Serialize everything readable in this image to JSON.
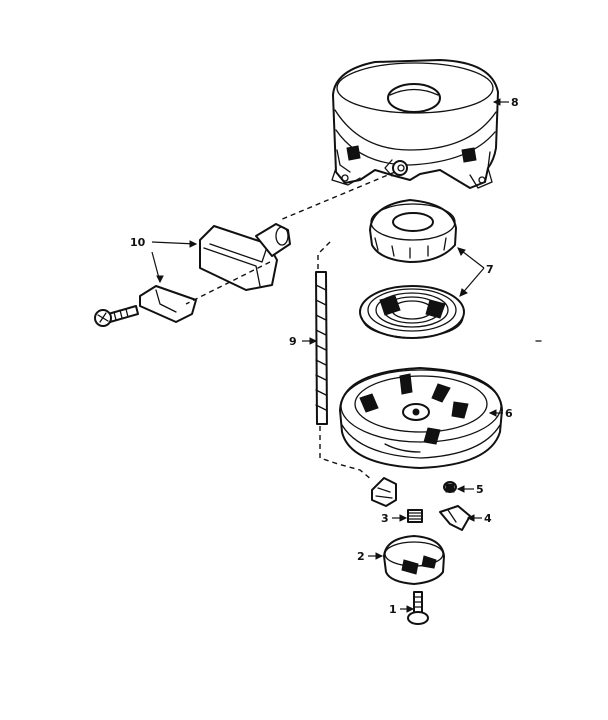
{
  "callouts": {
    "c1": "1",
    "c2": "2",
    "c3": "3",
    "c4": "4",
    "c5": "5",
    "c6": "6",
    "c7": "7",
    "c8": "8",
    "c9": "9",
    "c10": "10"
  },
  "parts": [
    {
      "id": "1",
      "icon": "screw-icon"
    },
    {
      "id": "2",
      "icon": "spring-cup-icon"
    },
    {
      "id": "3",
      "icon": "small-spring-icon"
    },
    {
      "id": "4",
      "icon": "pawl-icon"
    },
    {
      "id": "5",
      "icon": "pawl-spring-icon"
    },
    {
      "id": "6",
      "icon": "pulley-icon"
    },
    {
      "id": "7",
      "icon": "rewind-spring-assembly-icon"
    },
    {
      "id": "8",
      "icon": "starter-housing-icon"
    },
    {
      "id": "9",
      "icon": "rope-icon"
    },
    {
      "id": "10",
      "icon": "handle-assembly-icon"
    }
  ],
  "colors": {
    "line": "#111111",
    "background": "#ffffff"
  }
}
